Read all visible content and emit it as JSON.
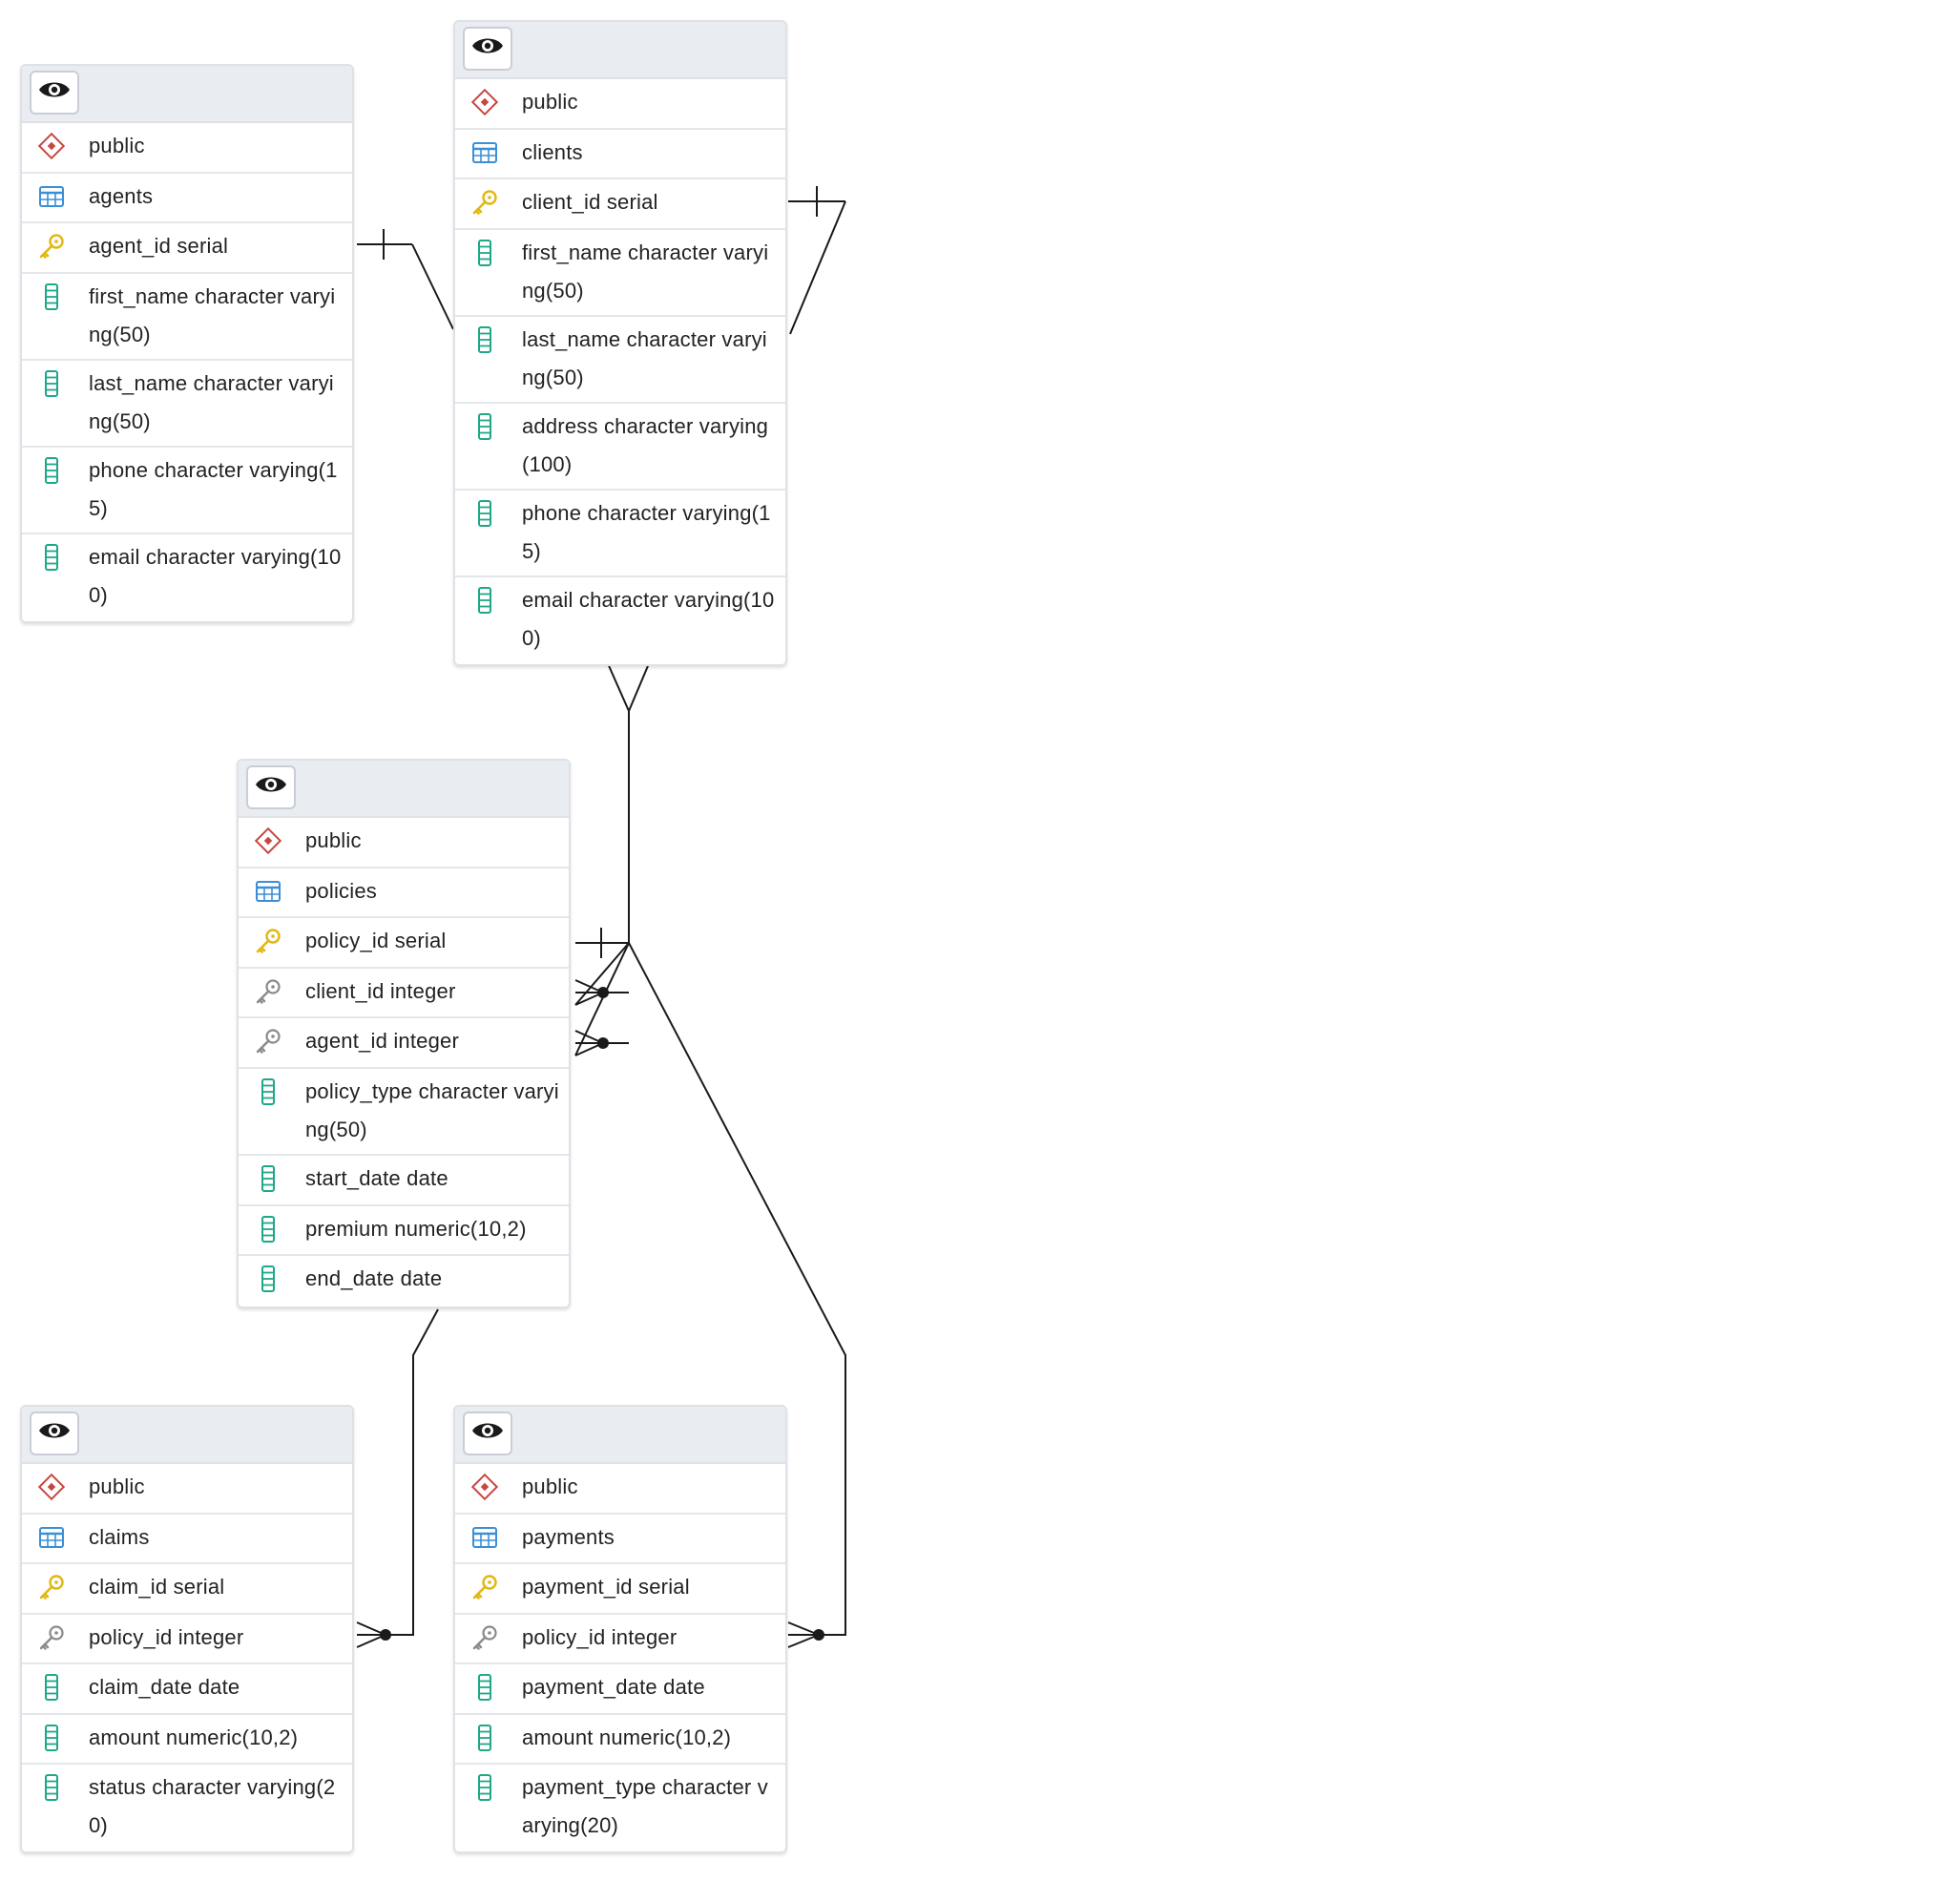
{
  "diagram": {
    "tables": [
      {
        "id": "agents",
        "schema": "public",
        "name": "agents",
        "columns": [
          {
            "label": "agent_id serial",
            "icon": "primary-key-icon"
          },
          {
            "label": "first_name character varying(50)",
            "icon": "column-icon"
          },
          {
            "label": "last_name character varying(50)",
            "icon": "column-icon"
          },
          {
            "label": "phone character varying(15)",
            "icon": "column-icon"
          },
          {
            "label": "email character varying(100)",
            "icon": "column-icon"
          }
        ]
      },
      {
        "id": "clients",
        "schema": "public",
        "name": "clients",
        "columns": [
          {
            "label": "client_id serial",
            "icon": "primary-key-icon"
          },
          {
            "label": "first_name character varying(50)",
            "icon": "column-icon"
          },
          {
            "label": "last_name character varying(50)",
            "icon": "column-icon"
          },
          {
            "label": "address character varying(100)",
            "icon": "column-icon"
          },
          {
            "label": "phone character varying(15)",
            "icon": "column-icon"
          },
          {
            "label": "email character varying(100)",
            "icon": "column-icon"
          }
        ]
      },
      {
        "id": "policies",
        "schema": "public",
        "name": "policies",
        "columns": [
          {
            "label": "policy_id serial",
            "icon": "primary-key-icon"
          },
          {
            "label": "client_id integer",
            "icon": "foreign-key-icon"
          },
          {
            "label": "agent_id integer",
            "icon": "foreign-key-icon"
          },
          {
            "label": "policy_type character varying(50)",
            "icon": "column-icon"
          },
          {
            "label": "start_date date",
            "icon": "column-icon"
          },
          {
            "label": "premium numeric(10,2)",
            "icon": "column-icon"
          },
          {
            "label": "end_date date",
            "icon": "column-icon"
          }
        ]
      },
      {
        "id": "claims",
        "schema": "public",
        "name": "claims",
        "columns": [
          {
            "label": "claim_id serial",
            "icon": "primary-key-icon"
          },
          {
            "label": "policy_id integer",
            "icon": "foreign-key-icon"
          },
          {
            "label": "claim_date date",
            "icon": "column-icon"
          },
          {
            "label": "amount numeric(10,2)",
            "icon": "column-icon"
          },
          {
            "label": "status character varying(20)",
            "icon": "column-icon"
          }
        ]
      },
      {
        "id": "payments",
        "schema": "public",
        "name": "payments",
        "columns": [
          {
            "label": "payment_id serial",
            "icon": "primary-key-icon"
          },
          {
            "label": "policy_id integer",
            "icon": "foreign-key-icon"
          },
          {
            "label": "payment_date date",
            "icon": "column-icon"
          },
          {
            "label": "amount numeric(10,2)",
            "icon": "column-icon"
          },
          {
            "label": "payment_type character varying(20)",
            "icon": "column-icon"
          }
        ]
      }
    ],
    "relationships": [
      {
        "from": "agents.agent_id",
        "to": "policies.agent_id",
        "cardinality": "one-to-many"
      },
      {
        "from": "clients.client_id",
        "to": "policies.client_id",
        "cardinality": "one-to-many"
      },
      {
        "from": "policies.policy_id",
        "to": "claims.policy_id",
        "cardinality": "one-to-many"
      },
      {
        "from": "policies.policy_id",
        "to": "payments.policy_id",
        "cardinality": "one-to-many"
      }
    ],
    "colors": {
      "schema_icon": "#c9453f",
      "table_icon": "#3a8fd6",
      "primary_key_icon": "#e2b70f",
      "foreign_key_icon": "#8a8a8a",
      "column_icon": "#1ea889",
      "edge": "#1a1a1a",
      "header_bg": "#e9ecf1"
    }
  }
}
